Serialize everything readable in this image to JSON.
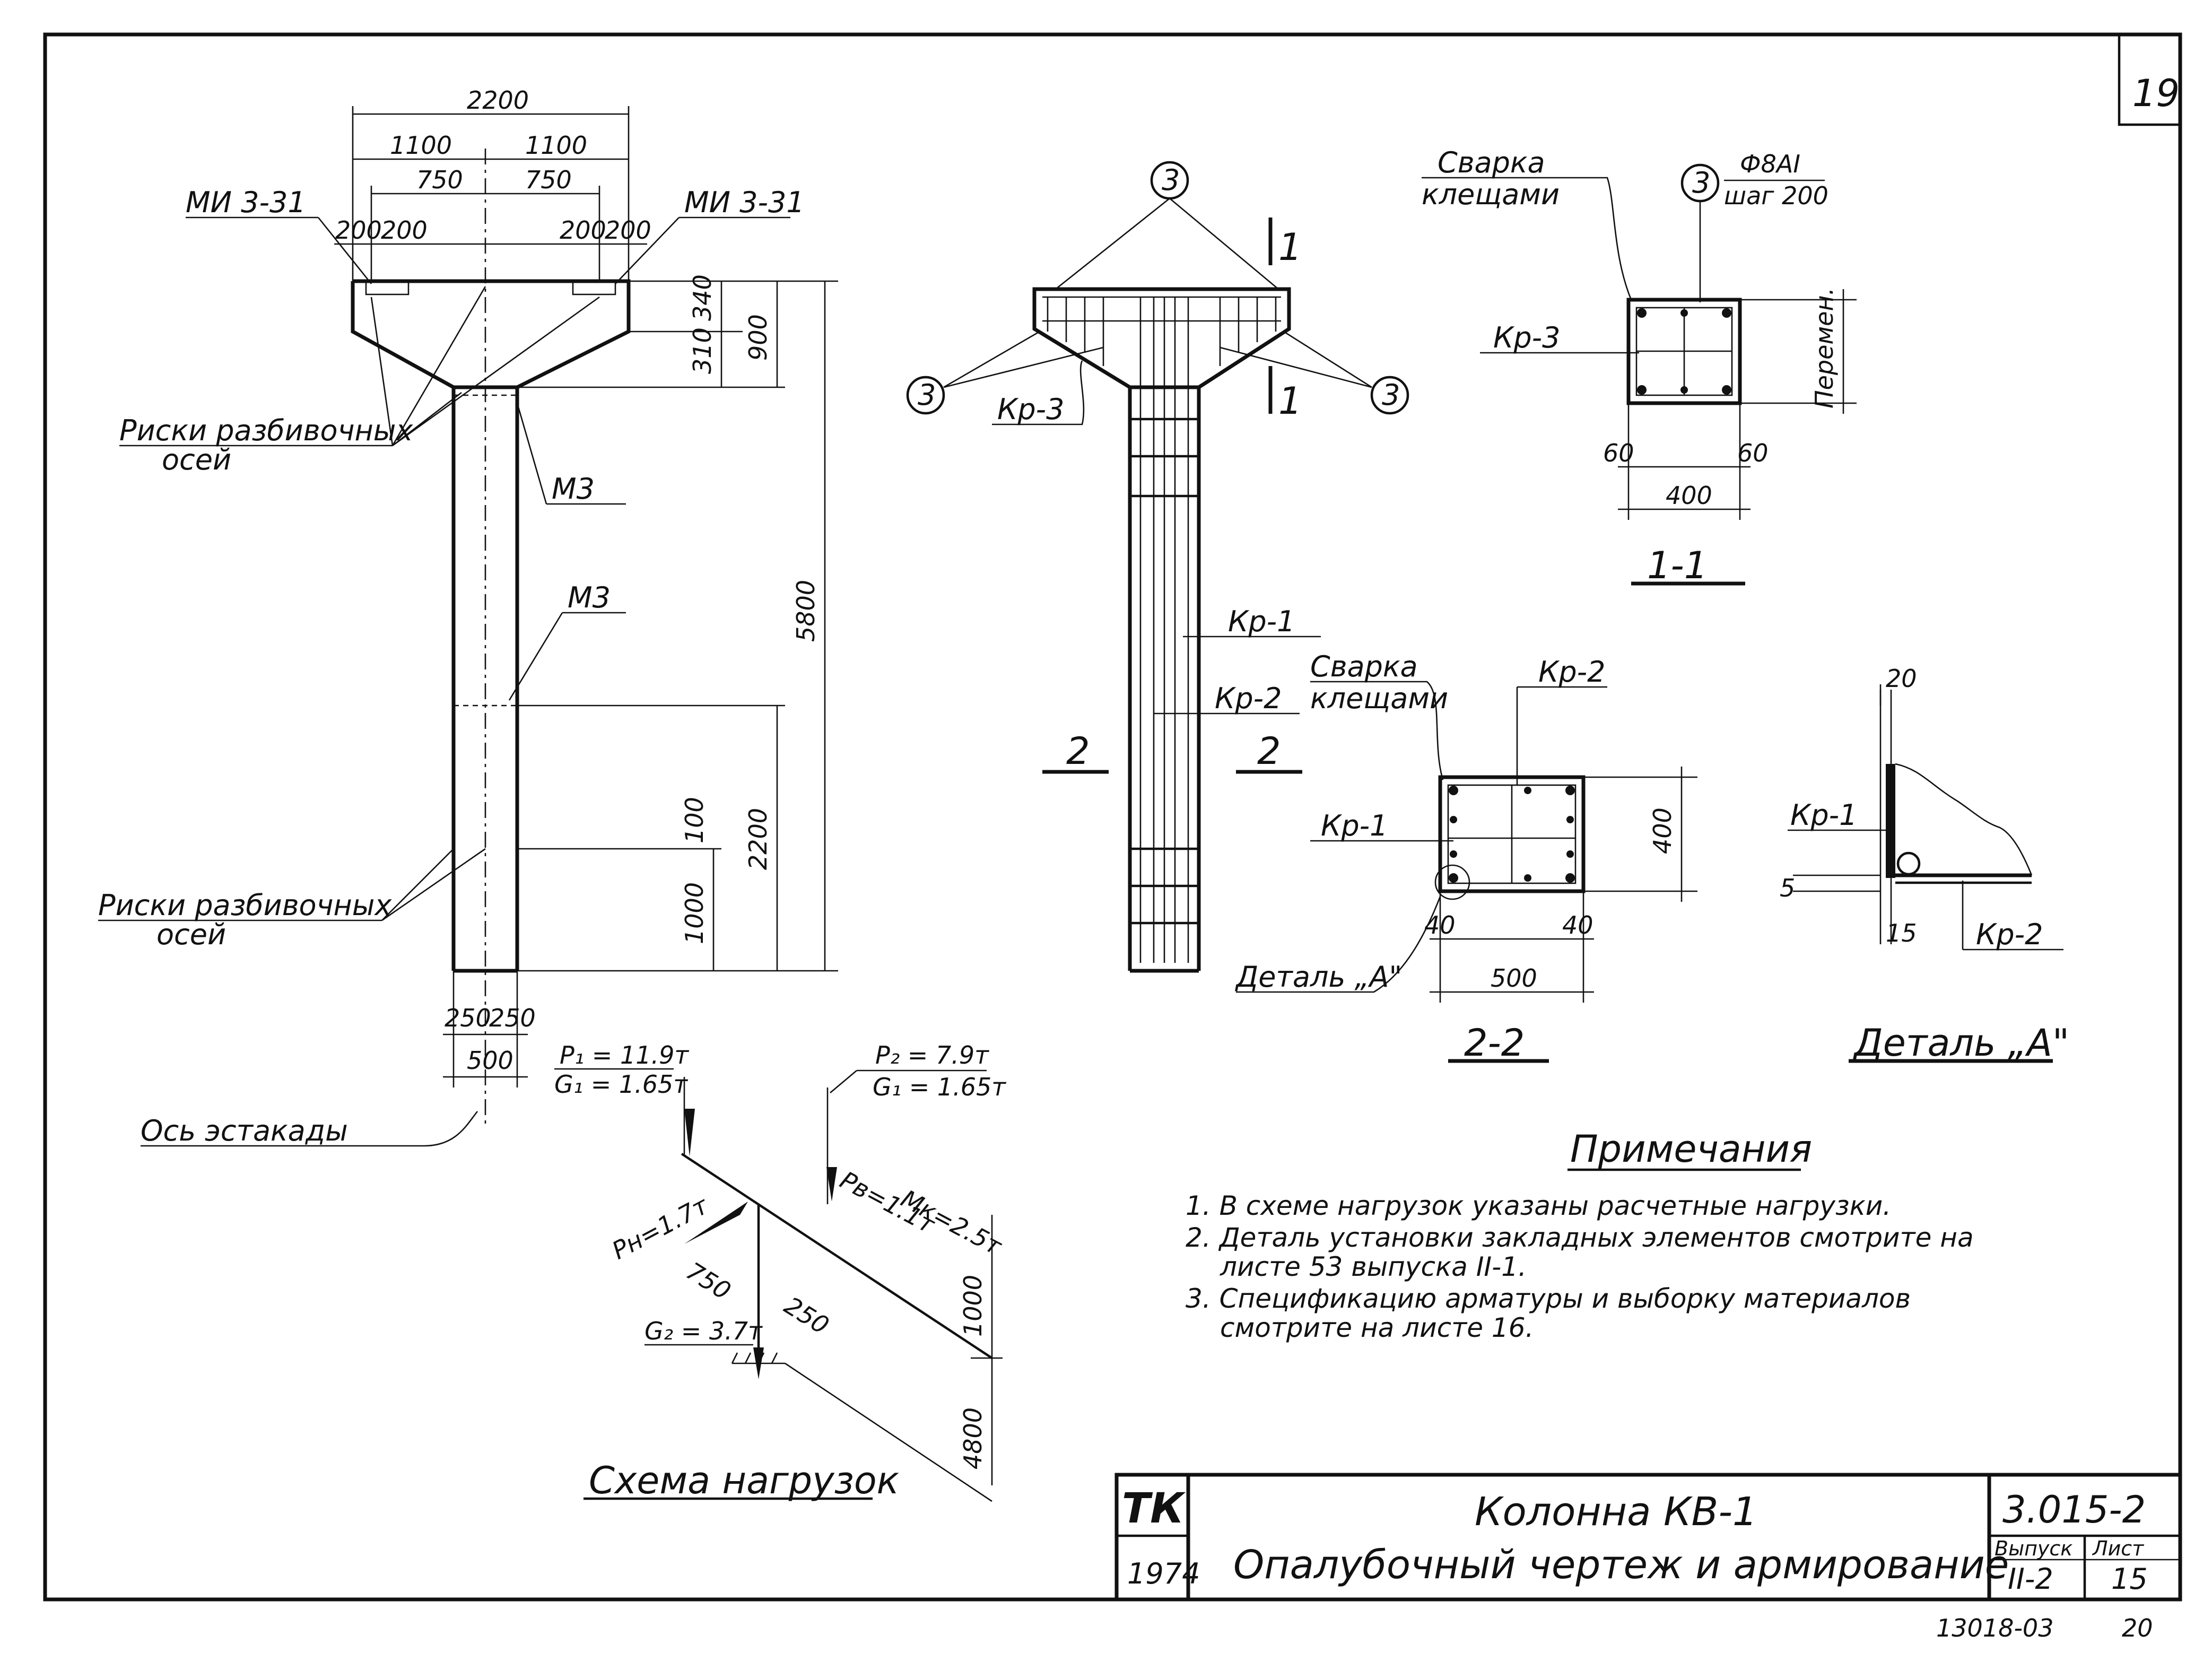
{
  "sheet": {
    "page_number": "19",
    "bottom_code": "13018-03",
    "bottom_sheet": "20"
  },
  "elevation": {
    "dims_top": [
      "2200",
      "1100",
      "1100",
      "750",
      "750",
      "200",
      "200",
      "200",
      "200"
    ],
    "dims_right": [
      "340",
      "310",
      "900",
      "5800",
      "2200",
      "100",
      "1000"
    ],
    "dims_bottom": [
      "250",
      "250",
      "500"
    ],
    "labels": {
      "mi_left": "МИ 3-31",
      "mi_right": "МИ 3-31",
      "m3_upper": "М3",
      "m3_lower": "М3",
      "riski_top_1": "Риски разбивочных",
      "riski_top_2": "осей",
      "riski_bottom_1": "Риски разбивочных",
      "riski_bottom_2": "осей",
      "axis": "Ось эстакады"
    }
  },
  "rebar_view": {
    "circle_mark": "3",
    "kr3": "Кр-3",
    "kr1": "Кр-1",
    "kr2": "Кр-2",
    "section_cut_1": "1",
    "section_cut_2": "2"
  },
  "section_1_1": {
    "weld_1": "Сварка",
    "weld_2": "клещами",
    "circle_mark": "3",
    "bar_spec": "Ф8АI",
    "bar_step": "шаг 200",
    "kr3": "Кр-3",
    "variable": "Перемен.",
    "dim_left": "60",
    "dim_right": "60",
    "dim_width": "400",
    "caption": "1-1"
  },
  "section_2_2": {
    "weld_1": "Сварка",
    "weld_2": "клещами",
    "kr2": "Кр-2",
    "kr1": "Кр-1",
    "dim_height": "400",
    "dim_left": "40",
    "dim_right": "40",
    "dim_width": "500",
    "detail_ref": "Деталь „А\"",
    "caption": "2-2"
  },
  "detail_a": {
    "dim_top": "20",
    "kr1": "Кр-1",
    "dim_side": "5",
    "dim_bottom": "15",
    "kr2": "Кр-2",
    "caption": "Деталь „А\""
  },
  "load_scheme": {
    "p1": "P₁ = 11.9т",
    "g1_left": "G₁ = 1.65т",
    "p2": "P₂ = 7.9т",
    "g1_right": "G₁ = 1.65т",
    "ph": "Pн=1.7т",
    "pb": "Pв=1.1т",
    "mk": "Мк=2.5т",
    "dim_750": "750",
    "dim_250": "250",
    "dim_1000": "1000",
    "dim_4800": "4800",
    "g2": "G₂ = 3.7т",
    "caption": "Схема нагрузок"
  },
  "notes": {
    "heading": "Примечания",
    "items": [
      "1. В схеме нагрузок указаны расчетные нагрузки.",
      "2. Деталь установки закладных элементов смотрите на",
      "листе 53 выпуска II-1.",
      "3. Спецификацию арматуры и выборку материалов",
      "смотрите на листе 16."
    ]
  },
  "title_block": {
    "logo": "ТК",
    "year": "1974",
    "title_1": "Колонна КВ-1",
    "title_2": "Опалубочный чертеж и армирование",
    "doc_code": "3.015-2",
    "issue_label": "Выпуск",
    "issue_value": "II-2",
    "sheet_label": "Лист",
    "sheet_value": "15"
  }
}
